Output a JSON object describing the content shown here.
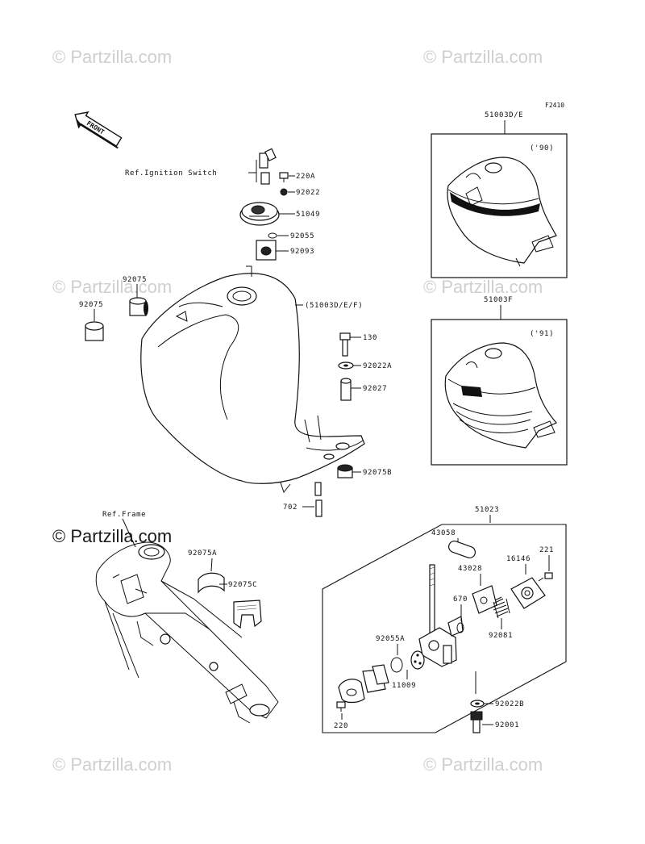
{
  "figure_code": "F2410",
  "watermarks": [
    "© Partzilla.com",
    "© Partzilla.com",
    "© Partzilla.com",
    "© Partzilla.com",
    "© Partzilla.com",
    "© Partzilla.com",
    "© Partzilla.com"
  ],
  "front_arrow_label": "FRONT",
  "ref_ignition": "Ref.Ignition Switch",
  "ref_frame": "Ref.Frame",
  "variant_90": {
    "part": "51003D/E",
    "year": "('90)"
  },
  "variant_91": {
    "part": "51003F",
    "year": "('91)"
  },
  "main_tank_label": "(51003D/E/F)",
  "cock_group_label": "51023",
  "labels": {
    "p220A": "220A",
    "p92022": "92022",
    "p51049": "51049",
    "p92055": "92055",
    "p92093": "92093",
    "p92075a": "92075",
    "p92075b": "92075",
    "p130": "130",
    "p92022A": "92022A",
    "p92027": "92027",
    "p92075B": "92075B",
    "p702": "702",
    "p92075A": "92075A",
    "p92075C": "92075C",
    "p43058": "43058",
    "p43028": "43028",
    "p16146": "16146",
    "p221": "221",
    "p670": "670",
    "p92081": "92081",
    "p92055A": "92055A",
    "p11009": "11009",
    "p220": "220",
    "p92022B": "92022B",
    "p92001": "92001"
  }
}
